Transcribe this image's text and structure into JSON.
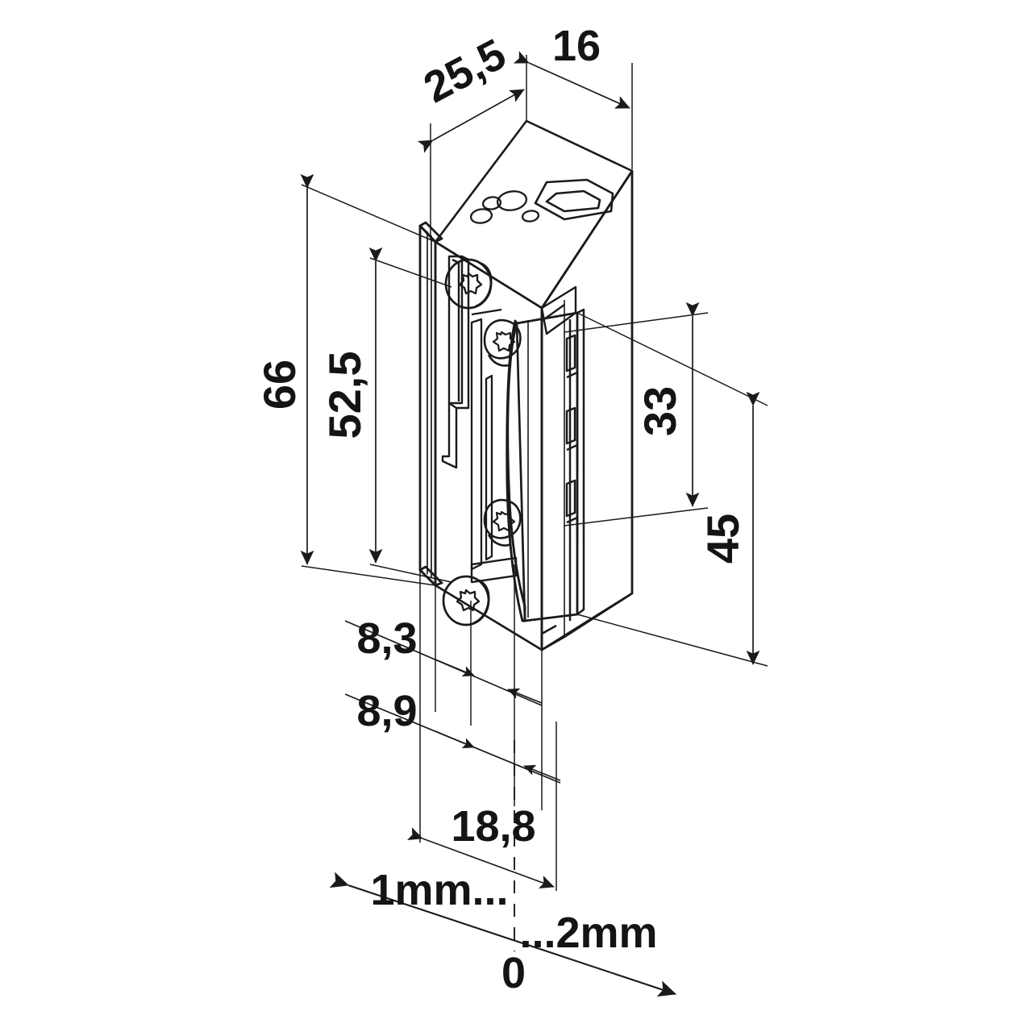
{
  "drawing": {
    "kind": "technical-dimension-drawing",
    "subject": "electric door strike (electric door opener) isometric view with dimensions",
    "units": "mm",
    "line_color": "#1a1a1a",
    "text_color": "#141414",
    "background_color": "#ffffff"
  },
  "dimensions": {
    "depth_top_left": "25,5",
    "width_top_right": "16",
    "height_overall": "66",
    "height_inner": "52,5",
    "right_upper": "33",
    "right_lower": "45",
    "offset_upper": "8,3",
    "offset_lower": "8,9",
    "width_bottom": "18,8"
  },
  "scale_axis": {
    "left_label": "1mm...",
    "right_label": "...2mm",
    "zero_label": "0"
  },
  "labels_list": [
    {
      "id": "depth-25-5",
      "value": "25,5"
    },
    {
      "id": "width-16",
      "value": "16"
    },
    {
      "id": "height-66",
      "value": "66"
    },
    {
      "id": "height-52-5",
      "value": "52,5"
    },
    {
      "id": "right-33",
      "value": "33"
    },
    {
      "id": "right-45",
      "value": "45"
    },
    {
      "id": "offset-8-3",
      "value": "8,3"
    },
    {
      "id": "offset-8-9",
      "value": "8,9"
    },
    {
      "id": "width-18-8",
      "value": "18,8"
    },
    {
      "id": "axis-left",
      "value": "1mm..."
    },
    {
      "id": "axis-right",
      "value": "...2mm"
    },
    {
      "id": "axis-zero",
      "value": "0"
    }
  ]
}
